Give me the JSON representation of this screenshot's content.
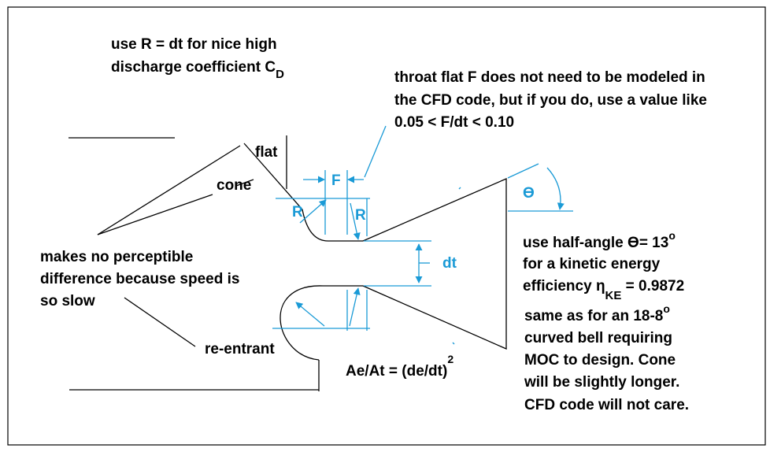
{
  "note_r": {
    "line1": "use R = dt for nice high",
    "line2": "discharge coefficient C",
    "line2_sub": "D"
  },
  "note_flat": {
    "line1": "throat flat F does not need to be modeled in",
    "line2": "the CFD code,  but if you do,  use a value like",
    "line3": "0.05 < F/dt < 0.10"
  },
  "labels": {
    "flat": "flat",
    "cone": "cone",
    "reentrant": "re-entrant",
    "F": "F",
    "R_left": "R",
    "R_right": "R",
    "dt": "dt",
    "theta": "ϴ"
  },
  "note_speed": {
    "line1": "makes no perceptible",
    "line2": "difference because speed is",
    "line3": "so slow"
  },
  "area_ratio": {
    "text": "Ae/At = (de/dt)",
    "sup": "2"
  },
  "note_angle": {
    "l1_a": "use half-angle ",
    "l1_theta": "ϴ",
    "l1_b": "= 13",
    "l1_sup": "o",
    "l2": "for a kinetic energy",
    "l3_a": "efficiency ",
    "l3_eta": "η",
    "l3_sub": "KE",
    "l3_b": " = 0.9872",
    "l4": "same as for an 18-8",
    "l4_sup": "o",
    "l5": "curved bell requiring",
    "l6": "MOC to design.  Cone",
    "l7": "will be slightly longer.",
    "l8": "CFD code will not care."
  }
}
